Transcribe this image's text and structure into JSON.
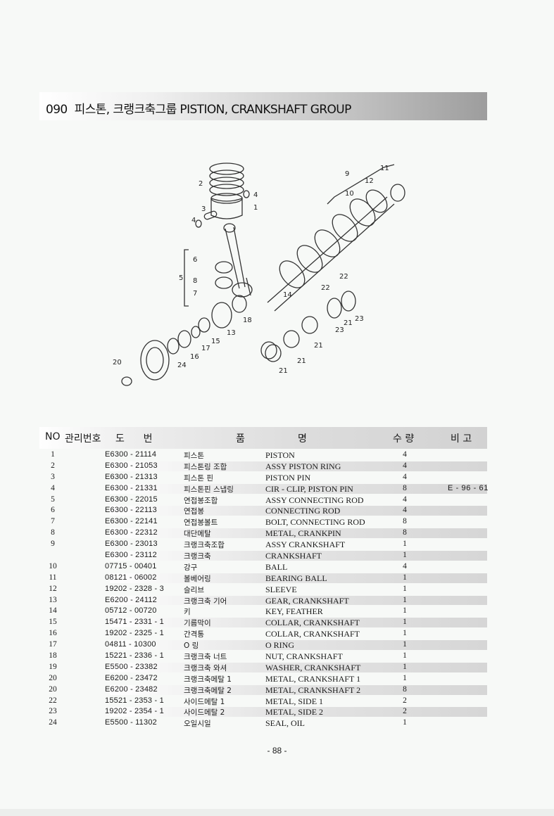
{
  "title": {
    "no": "090",
    "text": "피스톤, 크랭크축그룹 PISTION, CRANKSHAFT GROUP"
  },
  "diagram_labels": [
    "1",
    "2",
    "3",
    "4",
    "4",
    "5",
    "6",
    "7",
    "8",
    "9",
    "10",
    "11",
    "12",
    "13",
    "14",
    "15",
    "16",
    "17",
    "18",
    "20",
    "21",
    "21",
    "21",
    "21",
    "22",
    "22",
    "23",
    "23",
    "24"
  ],
  "table": {
    "headers": {
      "no": "NO",
      "mgmt": "관리번호",
      "drawing": "도      번",
      "item": "품",
      "name": "명",
      "qty": "수 량",
      "remark": "비 고"
    },
    "rows": [
      {
        "no": "1",
        "part": "E6300 - 21114",
        "kor": "피스톤",
        "eng": "PISTON",
        "qty": "4",
        "remark": ""
      },
      {
        "no": "2",
        "part": "E6300 - 21053",
        "kor": "피스톤링 조합",
        "eng": "ASSY PISTON RING",
        "qty": "4",
        "remark": ""
      },
      {
        "no": "3",
        "part": "E6300 - 21313",
        "kor": "피스톤 핀",
        "eng": "PISTON PIN",
        "qty": "4",
        "remark": ""
      },
      {
        "no": "4",
        "part": "E6300 - 21331",
        "kor": "피스톤핀 스냅링",
        "eng": "CIR - CLIP, PISTON PIN",
        "qty": "8",
        "remark": "E - 96 - 61"
      },
      {
        "no": "5",
        "part": "E6300 - 22015",
        "kor": "연접봉조합",
        "eng": "ASSY CONNECTING ROD",
        "qty": "4",
        "remark": ""
      },
      {
        "no": "6",
        "part": "E6300 - 22113",
        "kor": "연접봉",
        "eng": "CONNECTING ROD",
        "qty": "4",
        "remark": ""
      },
      {
        "no": "7",
        "part": "E6300 - 22141",
        "kor": "연접봉볼트",
        "eng": "BOLT, CONNECTING ROD",
        "qty": "8",
        "remark": ""
      },
      {
        "no": "8",
        "part": "E6300 - 22312",
        "kor": "대단메탈",
        "eng": "METAL, CRANKPIN",
        "qty": "8",
        "remark": ""
      },
      {
        "no": "9",
        "part": "E6300 - 23013",
        "kor": "크랭크축조합",
        "eng": "ASSY CRANKSHAFT",
        "qty": "1",
        "remark": ""
      },
      {
        "no": "",
        "part": "E6300 - 23112",
        "kor": "크랭크축",
        "eng": "CRANKSHAFT",
        "qty": "1",
        "remark": ""
      },
      {
        "no": "10",
        "part": "07715 - 00401",
        "kor": "강구",
        "eng": "BALL",
        "qty": "4",
        "remark": ""
      },
      {
        "no": "11",
        "part": "08121 - 06002",
        "kor": "볼베어링",
        "eng": "BEARING BALL",
        "qty": "1",
        "remark": ""
      },
      {
        "no": "12",
        "part": "19202 - 2328 - 3",
        "kor": "슬리브",
        "eng": "SLEEVE",
        "qty": "1",
        "remark": ""
      },
      {
        "no": "13",
        "part": "E6200 - 24112",
        "kor": "크랭크축 기어",
        "eng": "GEAR, CRANKSHAFT",
        "qty": "1",
        "remark": ""
      },
      {
        "no": "14",
        "part": "05712 - 00720",
        "kor": "키",
        "eng": "KEY, FEATHER",
        "qty": "1",
        "remark": ""
      },
      {
        "no": "15",
        "part": "15471 - 2331 - 1",
        "kor": "기름막이",
        "eng": "COLLAR, CRANKSHAFT",
        "qty": "1",
        "remark": ""
      },
      {
        "no": "16",
        "part": "19202 - 2325 - 1",
        "kor": "간격통",
        "eng": "COLLAR, CRANKSHAFT",
        "qty": "1",
        "remark": ""
      },
      {
        "no": "17",
        "part": "04811 - 10300",
        "kor": "O 링",
        "eng": "O RING",
        "qty": "1",
        "remark": ""
      },
      {
        "no": "18",
        "part": "15221 - 2336 - 1",
        "kor": "크랭크축 너트",
        "eng": "NUT, CRANKSHAFT",
        "qty": "1",
        "remark": ""
      },
      {
        "no": "19",
        "part": "E5500 - 23382",
        "kor": "크랭크축 와셔",
        "eng": "WASHER, CRANKSHAFT",
        "qty": "1",
        "remark": ""
      },
      {
        "no": "20",
        "part": "E6200 - 23472",
        "kor": "크랭크축메탈 1",
        "eng": "METAL, CRANKSHAFT 1",
        "qty": "1",
        "remark": ""
      },
      {
        "no": "20",
        "part": "E6200 - 23482",
        "kor": "크랭크축메탈 2",
        "eng": "METAL, CRANKSHAFT 2",
        "qty": "8",
        "remark": ""
      },
      {
        "no": "22",
        "part": "15521 - 2353 - 1",
        "kor": "사이드메탈 1",
        "eng": "METAL, SIDE 1",
        "qty": "2",
        "remark": ""
      },
      {
        "no": "23",
        "part": "19202 - 2354 - 1",
        "kor": "사이드메탈 2",
        "eng": "METAL, SIDE 2",
        "qty": "2",
        "remark": ""
      },
      {
        "no": "24",
        "part": "E5500 - 11302",
        "kor": "오일시일",
        "eng": "SEAL, OIL",
        "qty": "1",
        "remark": ""
      }
    ]
  },
  "page_number": "- 88 -"
}
